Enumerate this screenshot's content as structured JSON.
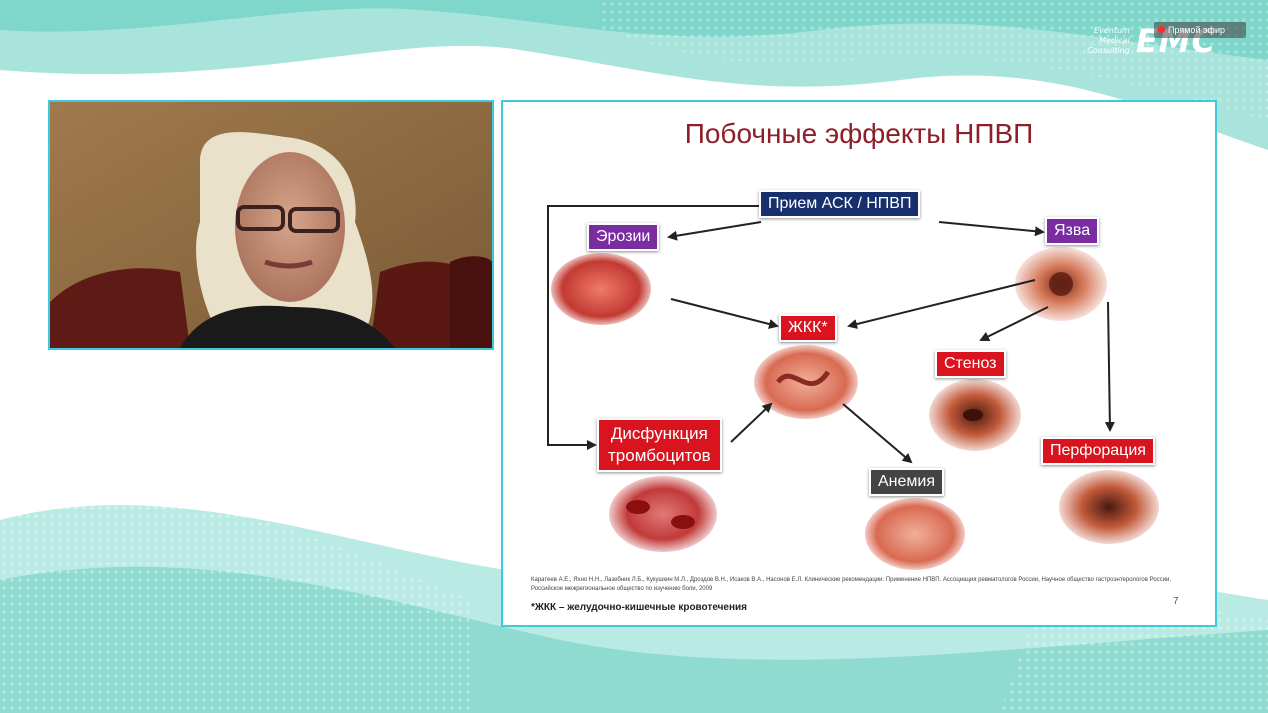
{
  "brand": {
    "line1": "Eventum",
    "line2": "Medical",
    "line3": "Consulting",
    "logo": "EMC"
  },
  "live_badge": "Прямой эфир",
  "colors": {
    "accent_border": "#3ec9dc",
    "title_red": "#8b1f2a",
    "label_red": "#d9141e",
    "label_purple": "#7a2da0",
    "label_navy": "#17306d",
    "label_dark": "#444444"
  },
  "slide": {
    "title": "Побочные эффекты НПВП",
    "nodes": {
      "intake": "Прием АСК / НПВП",
      "erosions": "Эрозии",
      "ulcer": "Язва",
      "gib": "ЖКК*",
      "stenosis": "Стеноз",
      "platelet_line1": "Дисфункция",
      "platelet_line2": "тромбоцитов",
      "anemia": "Анемия",
      "perforation": "Перфорация"
    },
    "reference": "Каратеев А.Е., Яхно Н.Н., Лазебник Л.Б., Кукушкин М.Л., Дроздов В.Н., Исаков В.А., Насонов Е.Л. Клинические рекомендации: Применение НПВП. Ассоциация ревматологов России, Научное общество гастроэнтерологов России, Российское межрегиональное общество по изучению боли, 2009",
    "footnote": "*ЖКК – желудочно-кишечные кровотечения",
    "page_number": "7"
  }
}
